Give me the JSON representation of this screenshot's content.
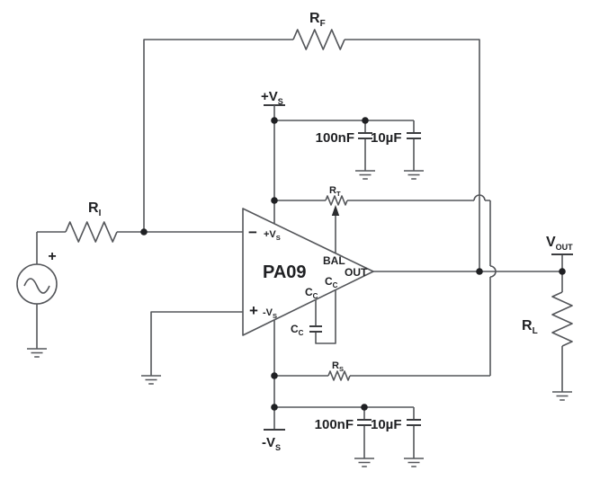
{
  "source": {
    "polarity": "+"
  },
  "resistors": {
    "rf": {
      "sym": "R",
      "sub": "F"
    },
    "ri": {
      "sym": "R",
      "sub": "I"
    },
    "rt": {
      "sym": "R",
      "sub": "T"
    },
    "rs": {
      "sym": "R",
      "sub": "S"
    },
    "rl": {
      "sym": "R",
      "sub": "L"
    }
  },
  "capacitors": {
    "top": {
      "bypass1": "100nF",
      "bypass2": "10µF"
    },
    "bottom": {
      "bypass1": "100nF",
      "bypass2": "10µF"
    },
    "cc": {
      "sym": "C",
      "sub": "C"
    }
  },
  "opamp": {
    "part": "PA09",
    "inverting_sign": "−",
    "noninverting_sign": "+",
    "pin_pos_supply": {
      "sym": "+V",
      "sub": "S"
    },
    "pin_neg_supply": {
      "sym": "-V",
      "sub": "S"
    },
    "pin_bal": "BAL",
    "pin_out": "OUT"
  },
  "supplies": {
    "positive": {
      "sym": "+V",
      "sub": "S"
    },
    "negative": {
      "sym": "-V",
      "sub": "S"
    }
  },
  "output": {
    "sym": "V",
    "sub": "OUT"
  },
  "colors": {
    "wire": "#54565a",
    "ink": "#1f2023",
    "background": "#ffffff"
  }
}
